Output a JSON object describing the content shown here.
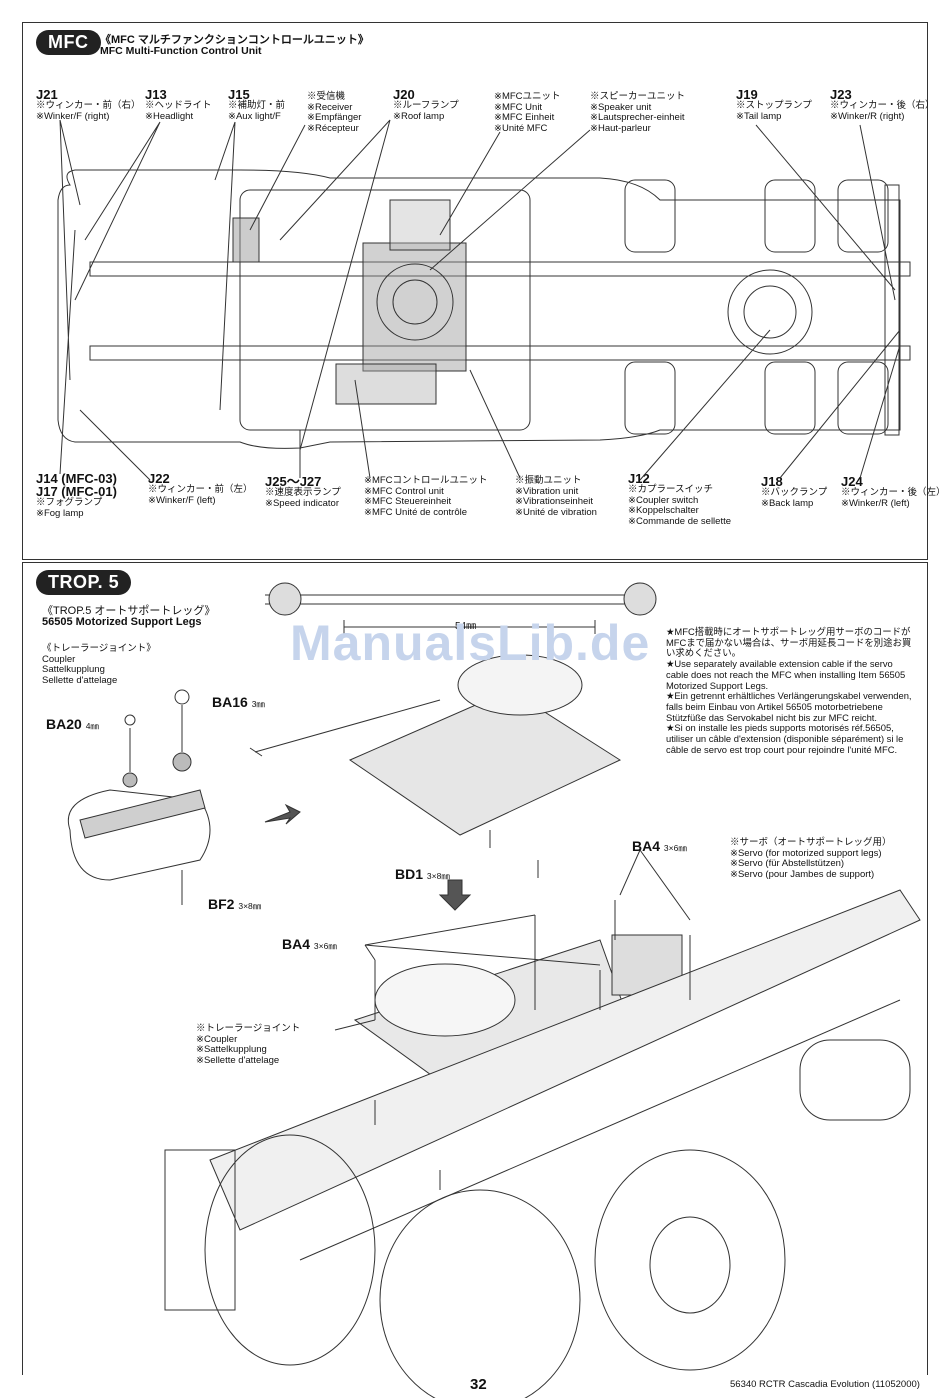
{
  "mfc": {
    "badge": "MFC",
    "title_jp": "《MFC マルチファンクションコントロールユニット》",
    "title_en": "MFC Multi-Function Control Unit",
    "top_labels": [
      {
        "id": "J21",
        "l1": "※ウィンカー・前（右）",
        "l2": "※Winker/F (right)"
      },
      {
        "id": "J13",
        "l1": "※ヘッドライト",
        "l2": "※Headlight"
      },
      {
        "id": "J15",
        "l1": "※補助灯・前",
        "l2": "※Aux light/F"
      },
      {
        "id": "",
        "l1": "※受信機",
        "l2": "※Receiver",
        "l3": "※Empfänger",
        "l4": "※Récepteur"
      },
      {
        "id": "J20",
        "l1": "※ルーフランプ",
        "l2": "※Roof lamp"
      },
      {
        "id": "",
        "l1": "※MFCユニット",
        "l2": "※MFC Unit",
        "l3": "※MFC Einheit",
        "l4": "※Unité MFC"
      },
      {
        "id": "",
        "l1": "※スピーカーユニット",
        "l2": "※Speaker unit",
        "l3": "※Lautsprecher-einheit",
        "l4": "※Haut-parleur"
      },
      {
        "id": "J19",
        "l1": "※ストップランプ",
        "l2": "※Tail lamp"
      },
      {
        "id": "J23",
        "l1": "※ウィンカー・後（右）",
        "l2": "※Winker/R (right)"
      }
    ],
    "bottom_labels": [
      {
        "id": "J14 (MFC-03)",
        "id2": "J17 (MFC-01)",
        "l1": "※フォグランプ",
        "l2": "※Fog lamp"
      },
      {
        "id": "J22",
        "l1": "※ウィンカー・前（左）",
        "l2": "※Winker/F (left)"
      },
      {
        "id": "J25～J27",
        "l1": "※速度表示ランプ",
        "l2": "※Speed indicator"
      },
      {
        "id": "",
        "l1": "※MFCコントロールユニット",
        "l2": "※MFC Control unit",
        "l3": "※MFC Steuereinheit",
        "l4": "※MFC Unité de contrôle"
      },
      {
        "id": "",
        "l1": "※振動ユニット",
        "l2": "※Vibration unit",
        "l3": "※Vibrationseinheit",
        "l4": "※Unité de vibration"
      },
      {
        "id": "J12",
        "l1": "※カプラースイッチ",
        "l2": "※Coupler switch",
        "l3": "※Koppelschalter",
        "l4": "※Commande de sellette"
      },
      {
        "id": "J18",
        "l1": "※バックランプ",
        "l2": "※Back lamp"
      },
      {
        "id": "J24",
        "l1": "※ウィンカー・後（左）",
        "l2": "※Winker/R (left)"
      }
    ]
  },
  "trop": {
    "badge": "TROP. 5",
    "title_jp": "《TROP.5 オートサポートレッグ》",
    "title_en": "56505 Motorized Support Legs",
    "coupler": {
      "l1": "《トレーラージョイント》",
      "l2": "Coupler",
      "l3": "Sattelkupplung",
      "l4": "Sellette d'attelage"
    },
    "coupler2": {
      "l1": "※トレーラージョイント",
      "l2": "※Coupler",
      "l3": "※Sattelkupplung",
      "l4": "※Sellette d'attelage"
    },
    "dim": "54㎜",
    "parts": {
      "ba16": "BA16",
      "ba16s": "3㎜",
      "ba20": "BA20",
      "ba20s": "4㎜",
      "bf2": "BF2",
      "bf2s": "3×8㎜",
      "bd1": "BD1",
      "bd1s": "3×8㎜",
      "ba4a": "BA4",
      "ba4as": "3×6㎜",
      "ba4b": "BA4",
      "ba4bs": "3×6㎜"
    },
    "servo": {
      "l1": "※サーボ（オートサポートレッグ用）",
      "l2": "※Servo (for motorized support legs)",
      "l3": "※Servo (für Abstellstützen)",
      "l4": "※Servo (pour Jambes de support)"
    },
    "note": [
      "★MFC搭載時にオートサポートレッグ用サーボのコードがMFCまで届かない場合は、サーボ用延長コードを別途お買い求めください。",
      "★Use separately available extension cable if the servo cable does not reach the MFC when installing Item 56505 Motorized Support Legs.",
      "★Ein getrennt erhältliches Verlängerungskabel verwenden, falls beim Einbau von Artikel 56505 motorbetriebene Stützfüße das Servokabel nicht bis zur MFC reicht.",
      "★Si on installe les pieds supports motorisés réf.56505, utiliser un câble d'extension (disponible séparément) si le câble de servo est trop court pour rejoindre l'unité MFC."
    ]
  },
  "watermark": "ManualsLib.de",
  "page_number": "32",
  "footer": "56340 RCTR Cascadia Evolution  (11052000)"
}
